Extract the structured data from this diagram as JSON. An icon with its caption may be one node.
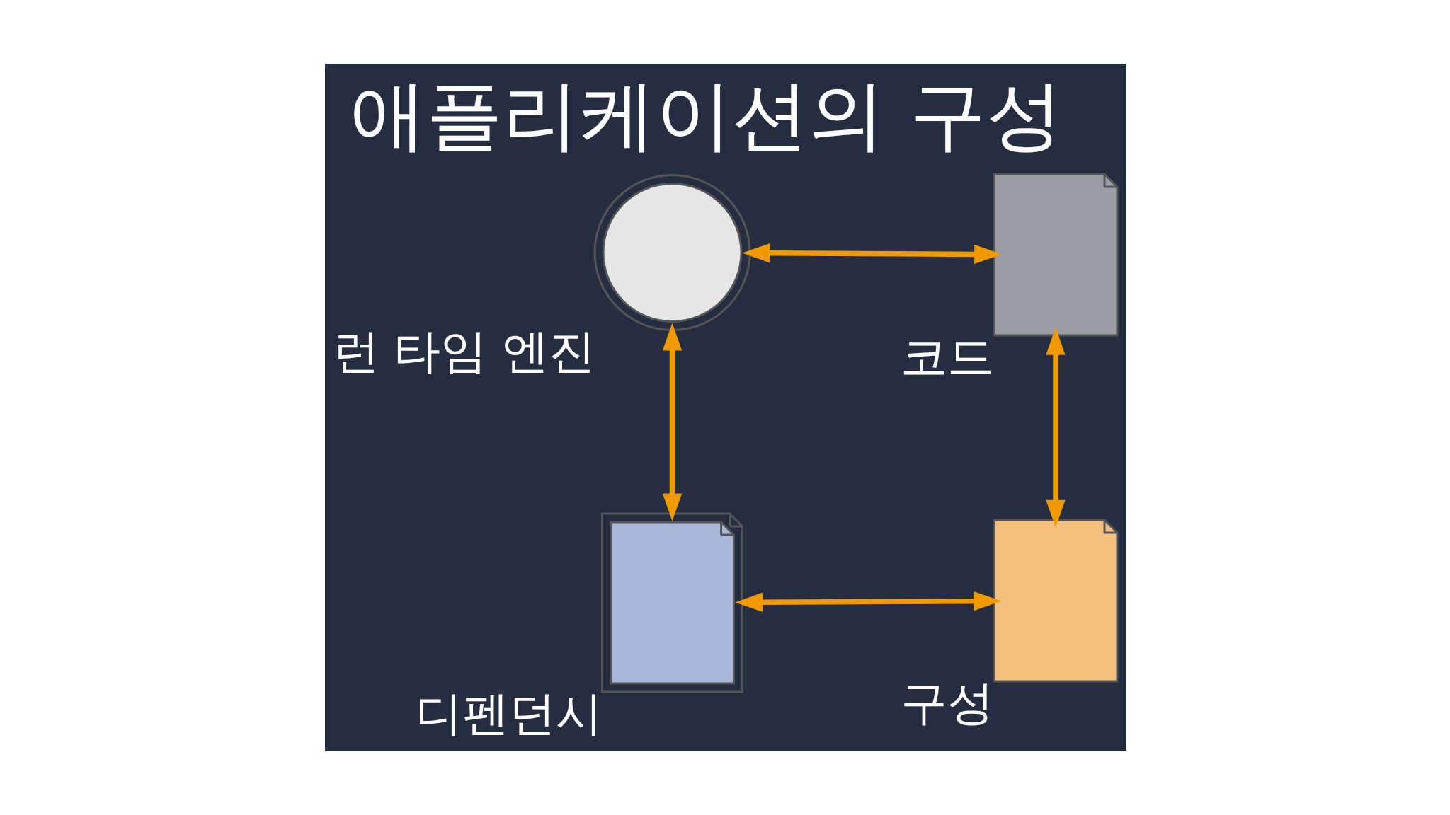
{
  "diagram": {
    "title": "애플리케이션의 구성",
    "nodes": [
      {
        "text": [],
        "shape": "gear",
        "beside": [
          "런 타임 엔진"
        ]
      },
      {
        "text": [],
        "shape": "document",
        "beside": [
          "코드"
        ]
      },
      {
        "text": [],
        "shape": "documents",
        "beside": [
          "디펜던시"
        ]
      },
      {
        "text": [],
        "shape": "document",
        "beside": [
          "구성"
        ]
      }
    ],
    "edges": [
      {
        "from": 0,
        "to": 1,
        "arrow": "both"
      },
      {
        "from": 0,
        "to": 2,
        "arrow": "both"
      },
      {
        "from": 1,
        "to": 3,
        "arrow": "both"
      },
      {
        "from": 2,
        "to": 3,
        "arrow": "both"
      }
    ]
  }
}
